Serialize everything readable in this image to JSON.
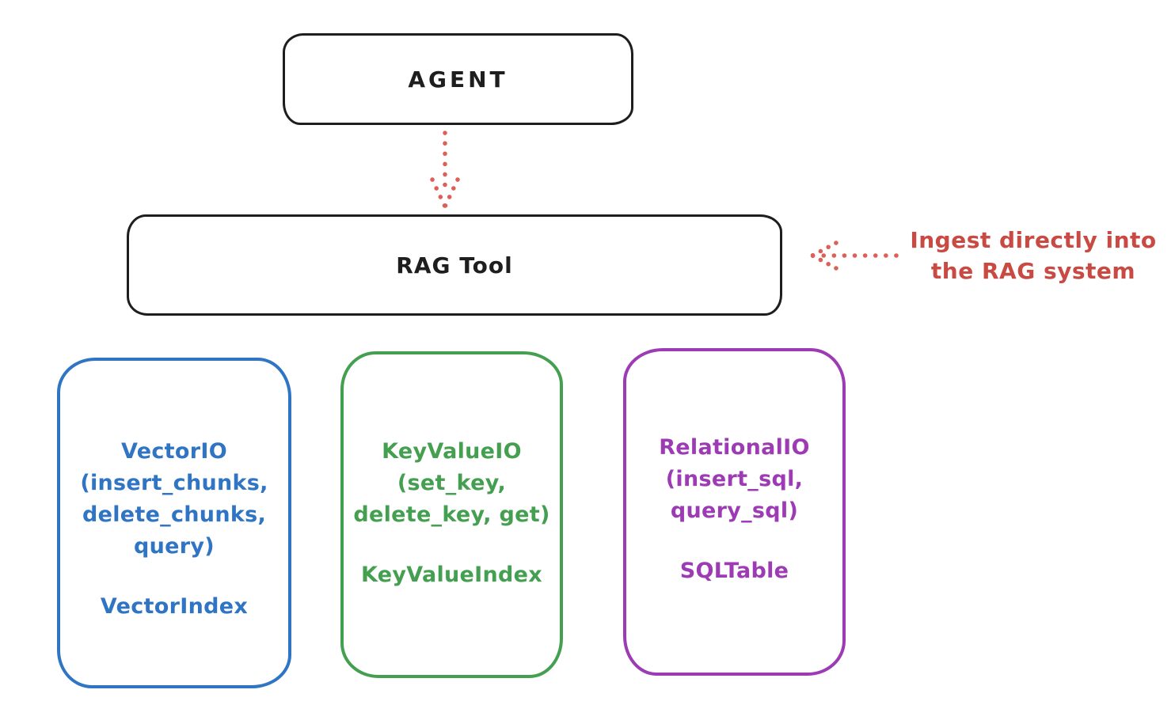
{
  "agent_box": {
    "label": "AGENT"
  },
  "rag_tool_box": {
    "label": "RAG Tool"
  },
  "annotation": {
    "line1": "Ingest directly into",
    "line2": "the RAG system"
  },
  "arrows": {
    "agent_to_ragtool": "dotted-down-arrow",
    "annotation_to_ragtool": "dotted-left-arrow"
  },
  "io_boxes": [
    {
      "title": "VectorIO",
      "methods": [
        "(insert_chunks,",
        "delete_chunks,",
        "query)"
      ],
      "index": "VectorIndex",
      "color": "#2f75c4"
    },
    {
      "title": "KeyValueIO",
      "methods": [
        "(set_key,",
        "delete_key, get)"
      ],
      "index": "KeyValueIndex",
      "color": "#44a050"
    },
    {
      "title": "RelationalIO",
      "methods": [
        "(insert_sql,",
        "query_sql)"
      ],
      "index": "SQLTable",
      "color": "#9d3bb5"
    }
  ],
  "colors": {
    "stroke_black": "#1e1e1e",
    "annotation_red": "#c94a42",
    "arrow_red": "#dd6058",
    "background": "#ffffff"
  }
}
